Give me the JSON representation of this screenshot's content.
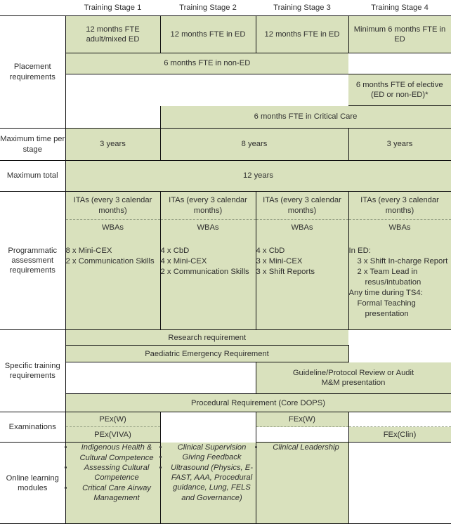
{
  "table": {
    "columns": [
      "",
      "Training Stage 1",
      "Training Stage 2",
      "Training Stage 3",
      "Training Stage 4"
    ],
    "row_labels": {
      "placement": "Placement requirements",
      "max_time": "Maximum time per stage",
      "max_total": "Maximum total",
      "programmatic": "Programmatic assessment requirements",
      "specific": "Specific training requirements",
      "examinations": "Examinations",
      "online": "Online learning modules"
    },
    "placement": {
      "row1": {
        "ts1": "12 months FTE adult/mixed ED",
        "ts2": "12 months FTE in ED",
        "ts3": "12 months FTE in ED",
        "ts4": "Minimum 6 months FTE in ED"
      },
      "row2_span_ts1_ts3": "6 months FTE in non-ED",
      "row3_ts4": "6 months FTE of elective (ED or non-ED)*",
      "row4_span_ts2_ts4": "6 months FTE in Critical Care"
    },
    "max_time": {
      "ts1": "3 years",
      "ts2_ts3": "8 years",
      "ts4": "3 years"
    },
    "max_total": {
      "all": "12 years"
    },
    "programmatic": {
      "itas": {
        "ts1": "ITAs (every 3 calendar months)",
        "ts2": "ITAs (every 3 calendar months)",
        "ts3": "ITAs (every 3 calendar months)",
        "ts4": "ITAs (every 3 calendar months)"
      },
      "wba_heading": "WBAs",
      "wbas": {
        "ts1": [
          "8 x Mini-CEX",
          "2 x Communication Skills"
        ],
        "ts2": [
          "4 x CbD",
          "4 x Mini-CEX",
          "2 x Communication Skills"
        ],
        "ts3": [
          "4 x CbD",
          "3 x Mini-CEX",
          "3 x Shift Reports"
        ],
        "ts4": {
          "group1_title": "In ED:",
          "group1_items": [
            "3 x Shift In-charge Report",
            "2 x Team Lead in resus/intubation"
          ],
          "group2_title": "Any time during TS4:",
          "group2_items": [
            "Formal Teaching presentation"
          ]
        }
      }
    },
    "specific": {
      "research": "Research requirement",
      "paediatric": "Paediatric Emergency Requirement",
      "guideline_line1": "Guideline/Protocol Review or Audit",
      "guideline_line2": "M&M presentation",
      "procedural": "Procedural Requirement (Core DOPS)"
    },
    "examinations": {
      "pex_w": "PEx(W)",
      "pex_viva": "PEx(VIVA)",
      "fex_w": "FEx(W)",
      "fex_clin": "FEx(Clin)"
    },
    "online": {
      "ts1": [
        "Indigenous Health & Cultural Competence",
        "Assessing Cultural Competence",
        "Critical Care Airway Management"
      ],
      "ts2": [
        "Clinical Supervision",
        "Giving Feedback",
        "Ultrasound (Physics, E-FAST, AAA, Procedural guidance, Lung, FELS and Governance)"
      ],
      "ts3": [
        "Clinical Leadership"
      ],
      "ts4": []
    }
  },
  "colors": {
    "cell_green": "#d9e1bd",
    "label_red": "#e8766a",
    "header_olive": "#6e7a5e",
    "body_text": "#2f2f2f",
    "border": "#111111"
  }
}
